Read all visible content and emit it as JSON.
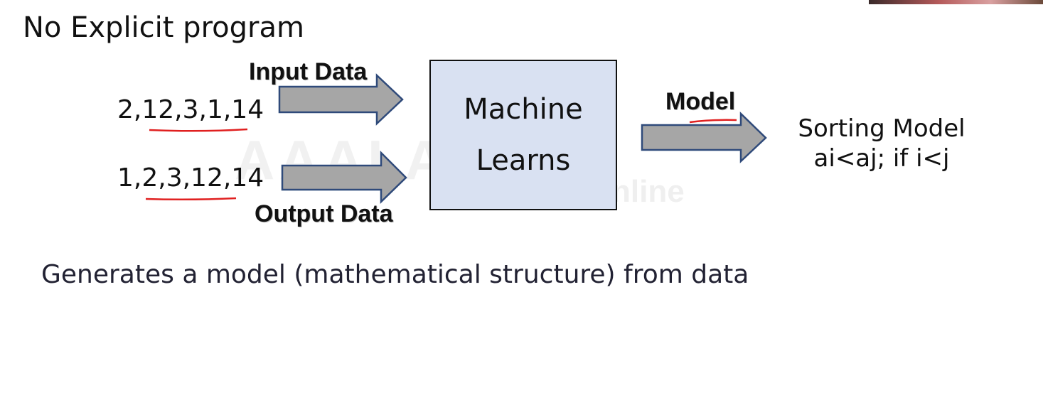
{
  "slide": {
    "title": "No Explicit program",
    "caption": "Generates a model (mathematical structure) from data"
  },
  "diagram": {
    "input_sequence": "2,12,3,1,14",
    "output_sequence": "1,2,3,12,14",
    "input_label": "Input Data",
    "output_label": "Output Data",
    "box_line1": "Machine",
    "box_line2": "Learns",
    "model_label": "Model",
    "result_line1": "Sorting Model",
    "result_line2": "ai<aj; if i<j"
  },
  "colors": {
    "box_fill": "#d9e1f2",
    "arrow_fill": "#a6a6a6",
    "arrow_border": "#2f4a7a",
    "underline": "#e02020"
  }
}
